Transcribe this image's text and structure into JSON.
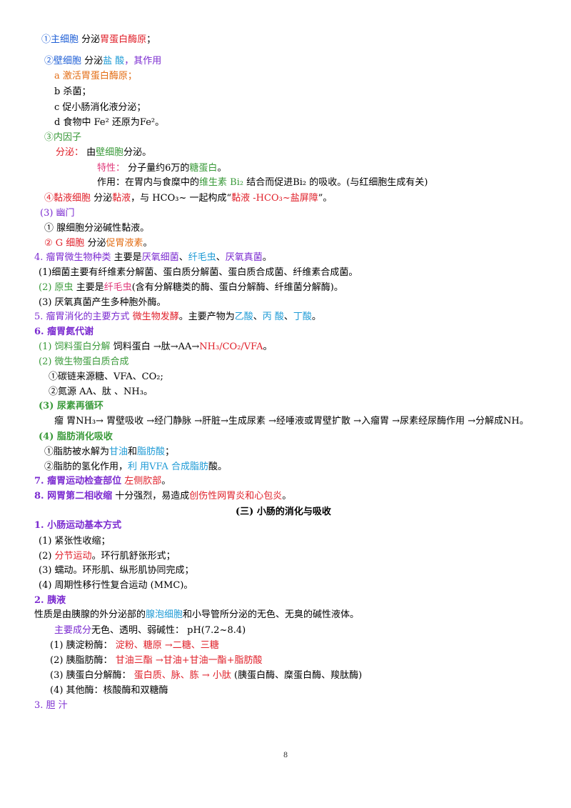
{
  "lines": [
    {
      "t": [
        {
          "x": "①主细胞",
          "c": "blue"
        },
        {
          "x": "  分泌",
          "c": ""
        },
        {
          "x": "胃蛋白酶原",
          "c": "red"
        },
        {
          "x": "；",
          "c": ""
        }
      ]
    },
    {
      "t": [
        {
          "x": "②壁细胞",
          "c": "blue"
        },
        {
          "x": "  分泌",
          "c": ""
        },
        {
          "x": "盐 酸",
          "c": "cyan"
        },
        {
          "x": "，其作用",
          "c": "purple"
        }
      ]
    },
    {
      "t": [
        {
          "x": "a 激活胃蛋白酶原；",
          "c": "orange"
        }
      ]
    },
    {
      "t": [
        {
          "x": "b 杀菌；",
          "c": ""
        }
      ]
    },
    {
      "t": [
        {
          "x": "c 促小肠消化液分泌；",
          "c": ""
        }
      ]
    },
    {
      "t": [
        {
          "x": "d 食物中 Fe² 还原为Fe²。",
          "c": ""
        }
      ]
    },
    {
      "t": [
        {
          "x": "③内因子",
          "c": "green"
        }
      ]
    },
    {
      "t": [
        {
          "x": "分泌：",
          "c": "red"
        },
        {
          "x": "  由",
          "c": ""
        },
        {
          "x": "壁细胞",
          "c": "green"
        },
        {
          "x": "分泌。",
          "c": ""
        }
      ]
    },
    {
      "t": [
        {
          "x": "特性：",
          "c": "pink"
        },
        {
          "x": "  分子量约6万的",
          "c": ""
        },
        {
          "x": "糖蛋白",
          "c": "green"
        },
        {
          "x": "。",
          "c": ""
        }
      ]
    },
    {
      "t": [
        {
          "x": "作用：在胃内与食糜中的",
          "c": ""
        },
        {
          "x": "维生素 Bi₂",
          "c": "green"
        },
        {
          "x": " 结合而促进Bi₂ 的吸收。(与红细胞生成有关)",
          "c": ""
        }
      ]
    },
    {
      "t": [
        {
          "x": "④黏液细胞",
          "c": "red"
        },
        {
          "x": "  分泌",
          "c": ""
        },
        {
          "x": "黏液",
          "c": "red"
        },
        {
          "x": "，与 HCO₃~ 一起构成“",
          "c": ""
        },
        {
          "x": "黏液 -HCO₃~盐屏障",
          "c": "red"
        },
        {
          "x": "”。",
          "c": ""
        }
      ]
    },
    {
      "t": [
        {
          "x": "(3) 幽门",
          "c": "purple"
        }
      ]
    },
    {
      "t": [
        {
          "x": "①  腺细胞分泌碱性黏液。",
          "c": ""
        }
      ]
    },
    {
      "t": [
        {
          "x": "②  G 细胞",
          "c": "red"
        },
        {
          "x": "  分泌",
          "c": ""
        },
        {
          "x": "促胃液素",
          "c": "orange"
        },
        {
          "x": "。",
          "c": ""
        }
      ]
    },
    {
      "t": [
        {
          "x": "4. 瘤胃微生物种类",
          "c": "purple"
        },
        {
          "x": "  主要是",
          "c": ""
        },
        {
          "x": "厌氧细菌",
          "c": "purple"
        },
        {
          "x": "、",
          "c": ""
        },
        {
          "x": "纤毛虫",
          "c": "cyan"
        },
        {
          "x": "、",
          "c": ""
        },
        {
          "x": "厌氧真菌",
          "c": "purple"
        },
        {
          "x": "。",
          "c": ""
        }
      ]
    },
    {
      "t": [
        {
          "x": "(1)细菌主要有纤维素分解菌、蛋白质分解菌、蛋白质合成菌、纤维素合成菌。",
          "c": ""
        }
      ]
    },
    {
      "t": [
        {
          "x": "(2) 原虫",
          "c": "green"
        },
        {
          "x": "  主要是",
          "c": ""
        },
        {
          "x": "纤毛虫",
          "c": "pink"
        },
        {
          "x": "(含有分解糖类的酶、蛋白分解酶、纤维菌分解酶)。",
          "c": ""
        }
      ]
    },
    {
      "t": [
        {
          "x": "(3) 厌氧真菌产生多种胞外酶。",
          "c": ""
        }
      ]
    },
    {
      "t": [
        {
          "x": "5. 瘤胃消化的主要方式",
          "c": "purple"
        },
        {
          "x": "  ",
          "c": ""
        },
        {
          "x": "微生物发酵",
          "c": "red"
        },
        {
          "x": "。主要产物为",
          "c": ""
        },
        {
          "x": "乙酸",
          "c": "cyan"
        },
        {
          "x": "、",
          "c": ""
        },
        {
          "x": "丙 酸",
          "c": "cyan"
        },
        {
          "x": "、",
          "c": ""
        },
        {
          "x": "丁酸",
          "c": "cyan"
        },
        {
          "x": "。",
          "c": ""
        }
      ]
    },
    {
      "t": [
        {
          "x": "6. 瘤胃氮代谢",
          "c": "purple b"
        }
      ]
    },
    {
      "t": [
        {
          "x": "(1) 饲料蛋白分解",
          "c": "green"
        },
        {
          "x": "  饲料蛋白 →肽→AA→",
          "c": ""
        },
        {
          "x": "NH₃/CO₂/VFA",
          "c": "red"
        },
        {
          "x": "。",
          "c": ""
        }
      ]
    },
    {
      "t": [
        {
          "x": "(2) 微生物蛋白质合成",
          "c": "green"
        }
      ]
    },
    {
      "t": [
        {
          "x": "①碳链来源糖、VFA、CO₂;",
          "c": ""
        }
      ]
    },
    {
      "t": [
        {
          "x": "②氮源  AA、肽 、NH₃。",
          "c": ""
        }
      ]
    },
    {
      "t": [
        {
          "x": "(3) 尿素再循环",
          "c": "green b"
        }
      ]
    },
    {
      "t": [
        {
          "x": "瘤  胃NH₃→ 胃壁吸收 →经门静脉 →肝脏→生成尿素 →经唾液或胃壁扩散 →入瘤胃 →尿素经尿酶作用 →分解成NH。",
          "c": ""
        }
      ]
    },
    {
      "t": [
        {
          "x": "(4) 脂肪消化吸收",
          "c": "green b"
        }
      ]
    },
    {
      "t": [
        {
          "x": "①脂肪被水解为",
          "c": ""
        },
        {
          "x": "甘油",
          "c": "cyan"
        },
        {
          "x": "和",
          "c": ""
        },
        {
          "x": "脂肪酸",
          "c": "cyan"
        },
        {
          "x": "；",
          "c": ""
        }
      ]
    },
    {
      "t": [
        {
          "x": "②脂肪的氢化作用，",
          "c": ""
        },
        {
          "x": "利 用VFA 合成脂肪",
          "c": "cyan"
        },
        {
          "x": "酸。",
          "c": ""
        }
      ]
    },
    {
      "t": [
        {
          "x": "7. 瘤胃运动检查部位",
          "c": "purple b"
        },
        {
          "x": "  ",
          "c": ""
        },
        {
          "x": "左侧肷部",
          "c": "red"
        },
        {
          "x": "。",
          "c": ""
        }
      ]
    },
    {
      "t": [
        {
          "x": "8. 网胃第二相收缩",
          "c": "purple b"
        },
        {
          "x": "  十分强烈，易造成",
          "c": ""
        },
        {
          "x": "创伤性网胃炎和心包炎",
          "c": "red"
        },
        {
          "x": "。",
          "c": ""
        }
      ]
    },
    {
      "t": [
        {
          "x": "(三) 小肠的消化与吸收",
          "c": "b"
        }
      ]
    },
    {
      "t": [
        {
          "x": "1. 小肠运动基本方式",
          "c": "purple b"
        }
      ]
    },
    {
      "t": [
        {
          "x": "(1) 紧张性收缩；",
          "c": ""
        }
      ]
    },
    {
      "t": [
        {
          "x": "(2)  ",
          "c": ""
        },
        {
          "x": "分节运动",
          "c": "red"
        },
        {
          "x": "。环行肌舒张形式；",
          "c": ""
        }
      ]
    },
    {
      "t": [
        {
          "x": "(3) 蠕动。环形肌、纵形肌协同完成；",
          "c": ""
        }
      ]
    },
    {
      "t": [
        {
          "x": "(4) 周期性移行性复合运动 (MMC)。",
          "c": ""
        }
      ]
    },
    {
      "t": [
        {
          "x": "2. 胰液",
          "c": "purple b"
        }
      ]
    },
    {
      "t": [
        {
          "x": "性质是由胰腺的外分泌部的",
          "c": ""
        },
        {
          "x": "腺泡细胞",
          "c": "cyan"
        },
        {
          "x": "和小导管所分泌的无色、无臭的碱性液体。",
          "c": ""
        }
      ]
    },
    {
      "t": [
        {
          "x": "主要成分",
          "c": "purple"
        },
        {
          "x": "无色、透明、弱碱性：    pH(7.2~8.4)",
          "c": ""
        }
      ]
    },
    {
      "t": [
        {
          "x": "(1) 胰淀粉酶：   ",
          "c": ""
        },
        {
          "x": "淀粉、糖原 →二糖、三糖",
          "c": "red"
        }
      ]
    },
    {
      "t": [
        {
          "x": "(2) 胰脂肪酶：   ",
          "c": ""
        },
        {
          "x": "甘油三酯 →甘油+甘油一酯+脂肪酸",
          "c": "red"
        }
      ]
    },
    {
      "t": [
        {
          "x": "(3) 胰蛋白分解酶：    ",
          "c": ""
        },
        {
          "x": "蛋白质、脉、胨 → 小肽",
          "c": "red"
        },
        {
          "x": " (胰蛋白酶、糜蛋白酶、羧肽酶)",
          "c": ""
        }
      ]
    },
    {
      "t": [
        {
          "x": "(4) 其他酶：核酸酶和双糖酶",
          "c": ""
        }
      ]
    },
    {
      "t": [
        {
          "x": "3. 胆 汁",
          "c": "purple"
        }
      ]
    }
  ],
  "page_number": "8"
}
